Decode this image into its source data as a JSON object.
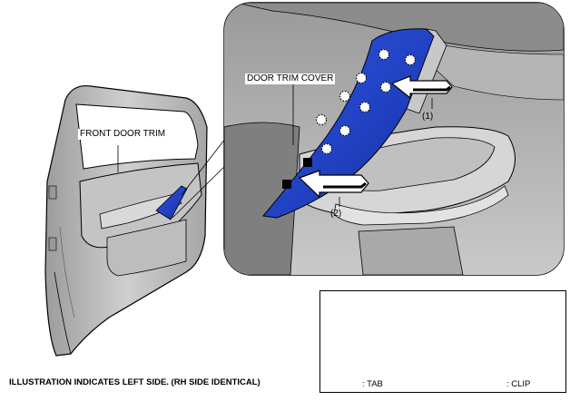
{
  "labels": {
    "front_door_trim": "FRONT DOOR TRIM",
    "door_trim_cover": "DOOR TRIM COVER",
    "step_1": "(1)",
    "step_2": "(2)"
  },
  "footnote": "ILLUSTRATION INDICATES LEFT SIDE.  (RH SIDE IDENTICAL)",
  "legend": {
    "tab_label": ": TAB",
    "clip_label": ": CLIP"
  },
  "colors": {
    "part_highlight": "#1f3fbf",
    "door_gray": "#b9b9b9",
    "outline": "#000000"
  }
}
